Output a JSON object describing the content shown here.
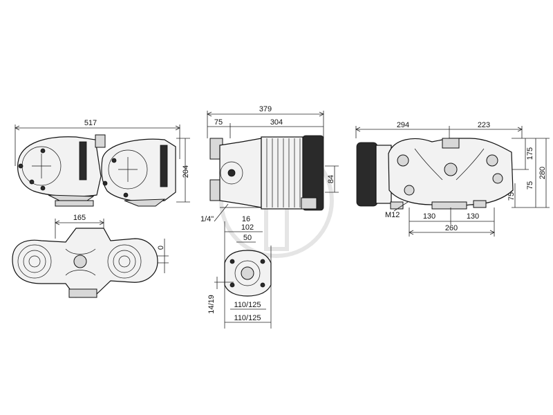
{
  "dimensions": {
    "front_total_width": "517",
    "front_height": "204",
    "top_center_spacing": "165",
    "top_offset": "0",
    "side_total_width": "379",
    "side_left": "75",
    "side_right": "304",
    "side_height_small": "84",
    "side_thread": "1/4\"",
    "side_flange_offset": "16",
    "side_hole_spacing": "102",
    "side_inner": "50",
    "side_bolt": "14/19",
    "side_pcd_inner": "110/125",
    "side_pcd_outer": "110/125",
    "rear_left": "294",
    "rear_right": "223",
    "rear_height_a": "175",
    "rear_height_b": "75",
    "rear_height_total": "280",
    "rear_height_c": "75",
    "rear_bolt": "M12",
    "rear_spacing_left": "130",
    "rear_spacing_right": "130",
    "rear_spacing_total": "260"
  },
  "icons": {
    "watermark": "watermark-logo-icon"
  }
}
